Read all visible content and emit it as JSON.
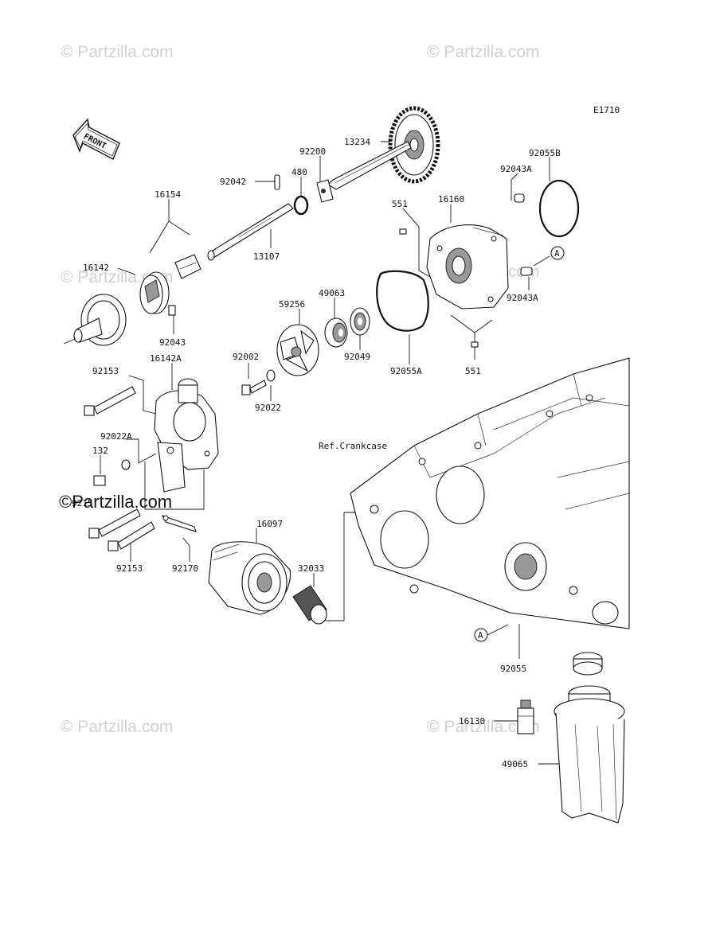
{
  "diagram_code": "E1710",
  "front_arrow": "FRONT",
  "reference_label": "Ref.Crankcase",
  "callout_marker": "A",
  "watermark": "© Partzilla.com",
  "watermark_prominent": "©Partzilla.com",
  "part_labels": {
    "p13234": "13234",
    "p92200": "92200",
    "p480": "480",
    "p92042": "92042",
    "p92055B": "92055B",
    "p92043A_top": "92043A",
    "p551_top": "551",
    "p16160": "16160",
    "p16154": "16154",
    "p16142": "16142",
    "p13107": "13107",
    "p92043": "92043",
    "p59256": "59256",
    "p49063": "49063",
    "p92043A_bottom": "92043A",
    "p92002": "92002",
    "p92049": "92049",
    "p92055A": "92055A",
    "p551_bottom": "551",
    "p92153_top": "92153",
    "p16142A": "16142A",
    "p92022": "92022",
    "p92022A": "92022A",
    "p132": "132",
    "p92153_hidden": "9215",
    "p16097": "16097",
    "p32033": "32033",
    "p92153_bottom": "92153",
    "p92170": "92170",
    "p92055": "92055",
    "p16130": "16130",
    "p49065": "49065"
  }
}
